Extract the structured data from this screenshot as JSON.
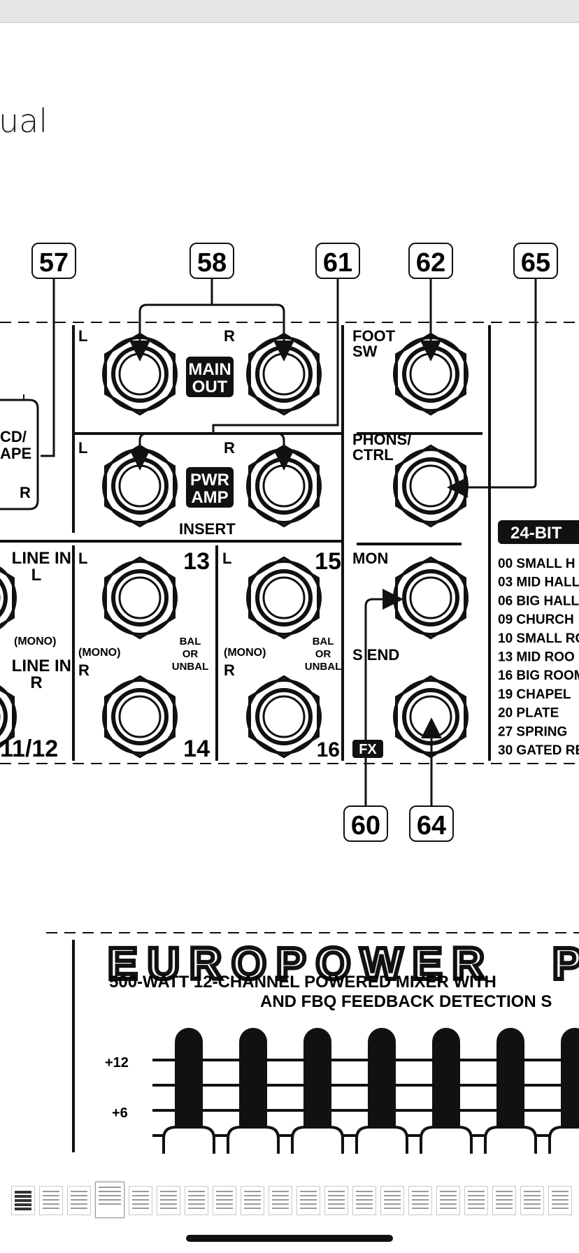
{
  "header": {
    "title_fragment": "ual"
  },
  "callouts": [
    "57",
    "58",
    "61",
    "62",
    "65",
    "60",
    "64"
  ],
  "panel": {
    "cd_tape": "CD/",
    "cd_tape2": "APE",
    "cd_r": "R",
    "l": "L",
    "r": "R",
    "main_out_1": "MAIN",
    "main_out_2": "OUT",
    "pwr_amp_1": "PWR",
    "pwr_amp_2": "AMP",
    "insert": "INSERT",
    "foot_sw_1": "FOOT",
    "foot_sw_2": "SW",
    "phons_1": "PHONS/",
    "phons_2": "CTRL",
    "mon": "MON",
    "send": "S END",
    "fx": "FX",
    "line_in_l_1": "LINE IN",
    "line_in_l_2": "L",
    "mono": "(MONO)",
    "line_in_r_1": "LINE IN",
    "line_in_r_2": "R",
    "ch_11_12": "11/12",
    "ch_13": "13",
    "ch_14": "14",
    "ch_15": "15",
    "ch_16": "16",
    "bal": "BAL",
    "or": "OR",
    "unbal": "UNBAL",
    "bit_badge": "24-BIT",
    "presets": [
      "00 SMALL H",
      "03 MID HALL",
      "06 BIG HALL",
      "09 CHURCH",
      "10 SMALL RO",
      "13 MID ROO",
      "16 BIG ROOM",
      "19 CHAPEL",
      "20 PLATE",
      "27 SPRING",
      "30 GATED RE"
    ]
  },
  "lower": {
    "brand": "EUROPOWER",
    "brand_tail": "P",
    "subtitle_1": "500-WATT 12-CHANNEL POWERED MIXER WITH",
    "subtitle_2": "AND FBQ FEEDBACK DETECTION S",
    "eq_plus12": "+12",
    "eq_plus6": "+6"
  },
  "thumbnails": {
    "count": 20,
    "active_index": 3
  }
}
